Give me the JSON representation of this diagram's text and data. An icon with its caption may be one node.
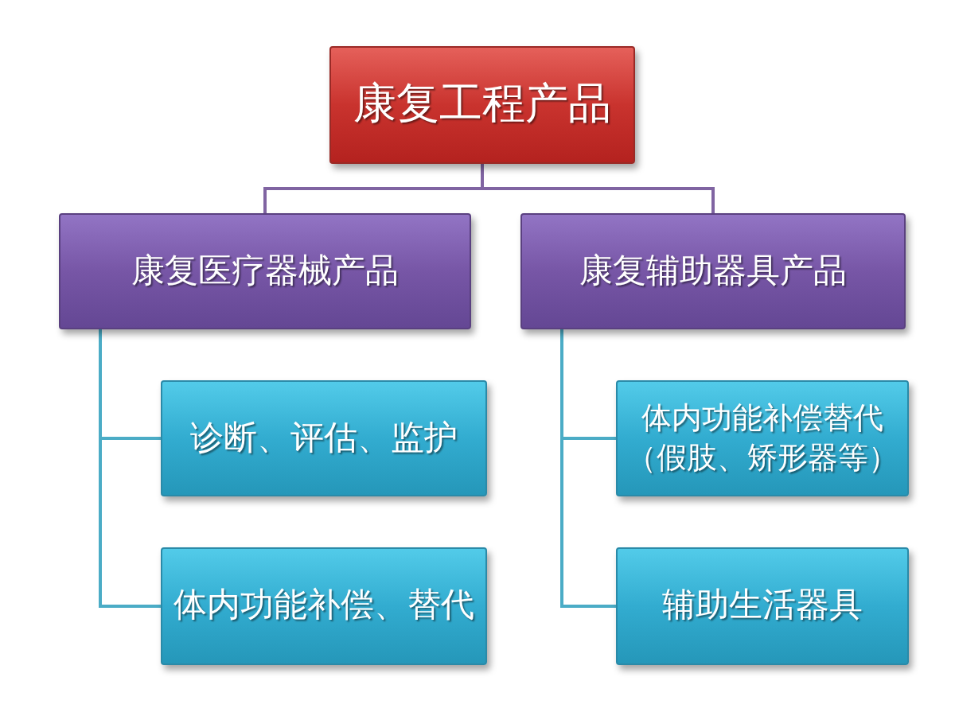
{
  "diagram": {
    "nodes": [
      {
        "text": [
          "康复工程产品"
        ]
      },
      {
        "text": [
          "康复医疗器械产品"
        ]
      },
      {
        "text": [
          "康复辅助器具产品"
        ]
      },
      {
        "text": [
          "诊断、评估、监护"
        ]
      },
      {
        "text": [
          "体内功能补偿、替代"
        ]
      },
      {
        "text": [
          "体内功能补偿替代（假肢、矫形器等）"
        ]
      },
      {
        "text": [
          "辅助生活器具"
        ]
      }
    ],
    "edges": [
      {
        "from": 0,
        "to": 1,
        "arrow": "none",
        "color": "#8064a2"
      },
      {
        "from": 0,
        "to": 2,
        "arrow": "none",
        "color": "#8064a2"
      },
      {
        "from": 1,
        "to": 3,
        "arrow": "none"
      },
      {
        "from": 1,
        "to": 4,
        "arrow": "none"
      },
      {
        "from": 2,
        "to": 5,
        "arrow": "none"
      },
      {
        "from": 2,
        "to": 6,
        "arrow": "none"
      }
    ]
  }
}
